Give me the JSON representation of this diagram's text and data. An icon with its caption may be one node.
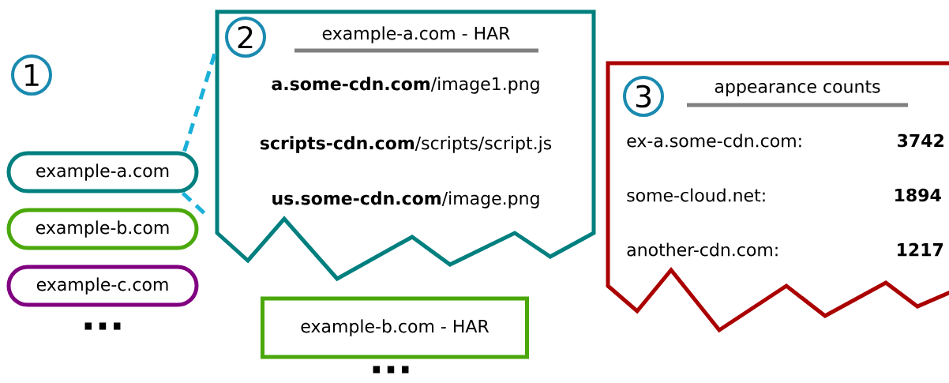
{
  "diagram": {
    "nodes": [
      {
        "text": [
          "example-a.com"
        ]
      },
      {
        "text": [
          "example-b.com"
        ]
      },
      {
        "text": [
          "example-c.com"
        ]
      },
      {
        "text": [
          "example-a.com - HAR",
          "**a.some-cdn.com**/image1.png",
          "**scripts-cdn.com**/scripts/script.js",
          "**us.some-cdn.com**/image.png"
        ]
      },
      {
        "text": [
          "example-b.com - HAR"
        ]
      },
      {
        "text": [
          "appearance counts",
          "ex-a.some-cdn.com:",
          "3742",
          "some-cloud.net:",
          "1894",
          "another-cdn.com:",
          "1217"
        ]
      }
    ],
    "edges": [
      {
        "from": 0,
        "to": 3,
        "arrow": "none",
        "style": "dashed",
        "color": "#1ab0d8"
      },
      {
        "from": 0,
        "to": 3,
        "arrow": "none",
        "style": "dashed",
        "color": "#1ab0d8"
      }
    ],
    "labels": [
      "1",
      "2",
      "3",
      "...",
      "..."
    ]
  }
}
